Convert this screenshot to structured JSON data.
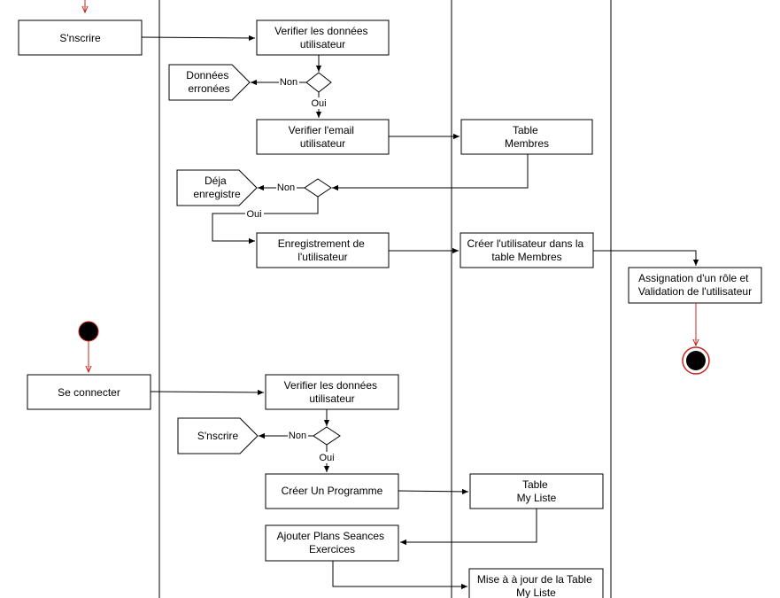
{
  "nodes": {
    "inscrire": "S'nscrire",
    "verifier_donnees_1": [
      "Verifier les données",
      "utilisateur"
    ],
    "donnees_erronees": [
      "Données",
      "erronées"
    ],
    "verifier_email": [
      "Verifier l'email",
      "utilisateur"
    ],
    "table_membres": [
      "Table",
      "Membres"
    ],
    "deja_enregistre": [
      "Déja",
      "enregistre"
    ],
    "enregistrement": [
      "Enregistrement de",
      "l'utilisateur"
    ],
    "creer_utilisateur": [
      "Créer l'utilisateur dans la",
      "table Membres"
    ],
    "assignation": [
      "Assignation d'un rôle et",
      "Validation de l'utilisateur"
    ],
    "se_connecter": "Se connecter",
    "verifier_donnees_2": [
      "Verifier les données",
      "utilisateur"
    ],
    "inscrire_2": "S'nscrire",
    "creer_programme": "Créer Un Programme",
    "table_myliste": [
      "Table",
      "My Liste"
    ],
    "ajouter_plans": [
      "Ajouter Plans Seances",
      "Exercices"
    ],
    "mise_a_jour": [
      "Mise à à jour de la Table",
      "My Liste"
    ]
  },
  "edges": {
    "non": "Non",
    "oui": "Oui"
  },
  "colors": {
    "line": "#000000",
    "flow_red": "#c8241c",
    "start_fill": "#000000",
    "end_ring": "#c8241c"
  }
}
